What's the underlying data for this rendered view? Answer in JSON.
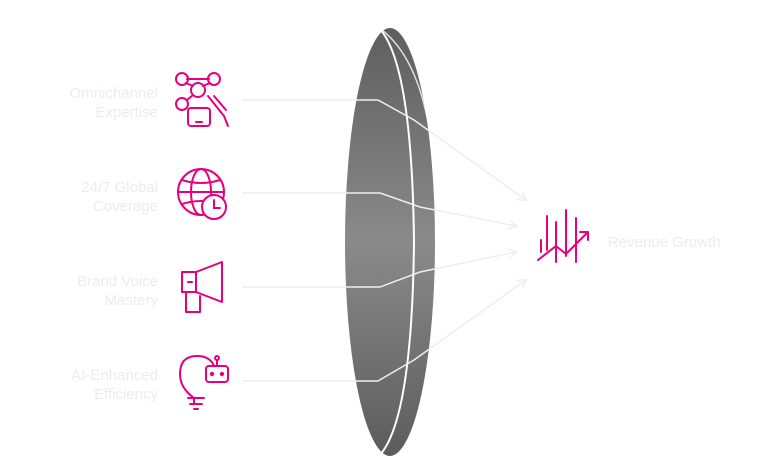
{
  "inputs": [
    {
      "line1": "Omnichannel",
      "line2": "Expertise",
      "icon": "omnichannel-network-icon"
    },
    {
      "line1": "24/7 Global",
      "line2": "Coverage",
      "icon": "globe-clock-icon"
    },
    {
      "line1": "Brand Voice",
      "line2": "Mastery",
      "icon": "megaphone-icon"
    },
    {
      "line1": "AI-Enhanced",
      "line2": "Efficiency",
      "icon": "lightbulb-robot-icon"
    }
  ],
  "output": {
    "label": "Revenue Growth",
    "icon": "growth-chart-icon"
  },
  "colors": {
    "accent": "#e6007e",
    "lens": "#7a7a7a",
    "label_text": "#ececec",
    "connector": "#eeeeee"
  }
}
